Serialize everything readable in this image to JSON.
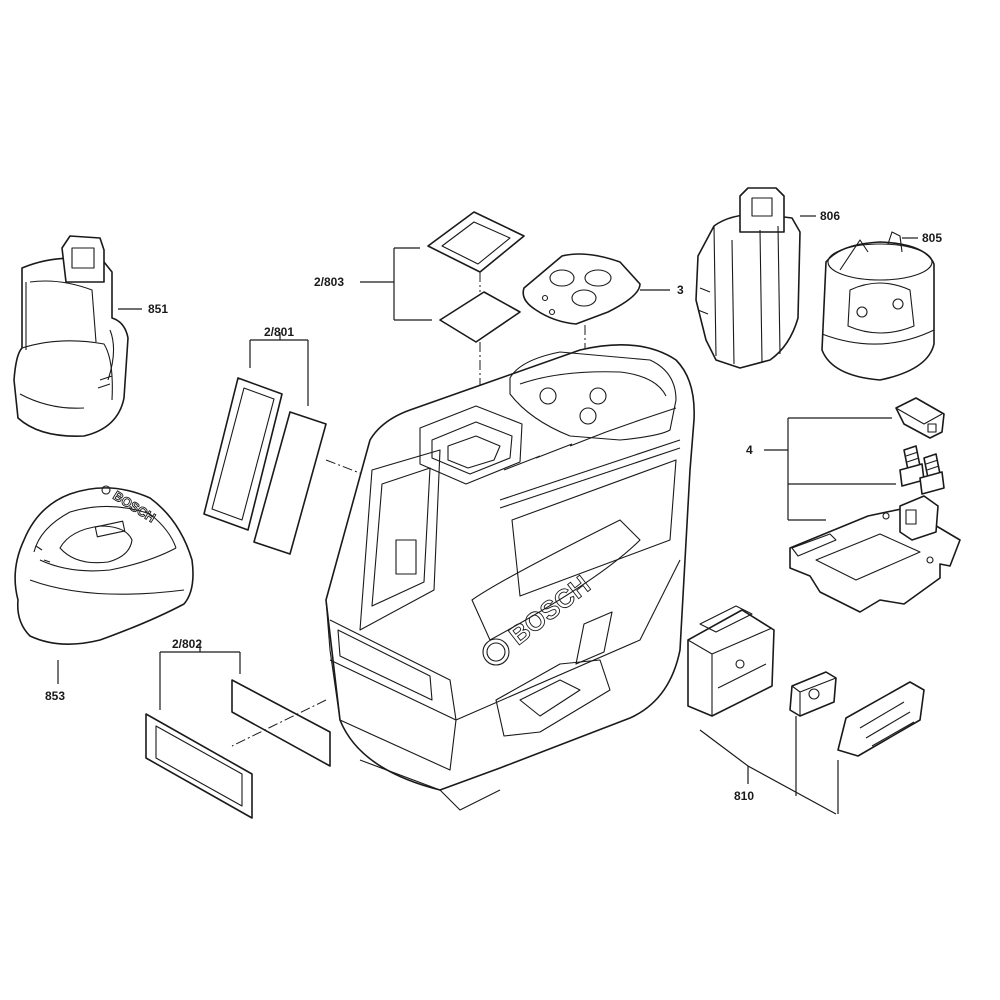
{
  "callouts": {
    "c851": "851",
    "c853": "853",
    "c2_801": "2/801",
    "c2_802": "2/802",
    "c2_803": "2/803",
    "c3": "3",
    "c806": "806",
    "c805": "805",
    "c4": "4",
    "c810": "810"
  },
  "logos": {
    "laser_body": "BOSCH",
    "charger": "BOSCH"
  },
  "icons": [
    "battery-pack",
    "charger",
    "laser-level",
    "window",
    "seal-frame",
    "cover-plate",
    "clip",
    "mounting-plate",
    "screw",
    "belt-pouch",
    "bracket",
    "hinge-clip",
    "battery-adapter",
    "battery-cap"
  ]
}
